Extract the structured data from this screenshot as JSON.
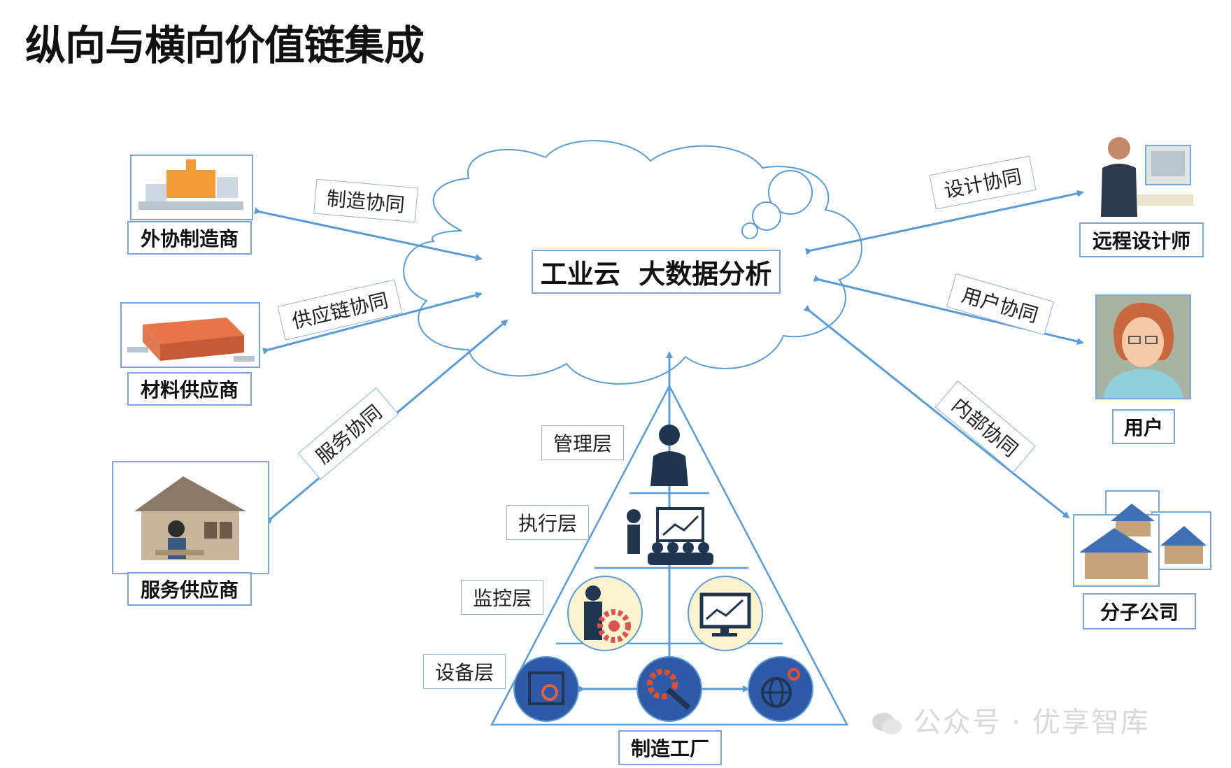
{
  "title": "纵向与横向价值链集成",
  "center_label": "工业云  大数据分析",
  "left_nodes": [
    {
      "label": "外协制造商",
      "edge": "制造协同"
    },
    {
      "label": "材料供应商",
      "edge": "供应链协同"
    },
    {
      "label": "服务供应商",
      "edge": "服务协同"
    }
  ],
  "right_nodes": [
    {
      "label": "远程设计师",
      "edge": "设计协同"
    },
    {
      "label": "用户",
      "edge": "用户协同"
    },
    {
      "label": "分子公司",
      "edge": "内部协同"
    }
  ],
  "pyramid": {
    "layers": [
      "管理层",
      "执行层",
      "监控层",
      "设备层"
    ],
    "base_label": "制造工厂"
  },
  "watermark": {
    "icon": "wechat-icon",
    "text": "公众号 · 优享智库"
  },
  "colors": {
    "line": "#5b9bd5",
    "circle_dark": "#2e5aa8",
    "circle_light": "#fdf2d0"
  }
}
